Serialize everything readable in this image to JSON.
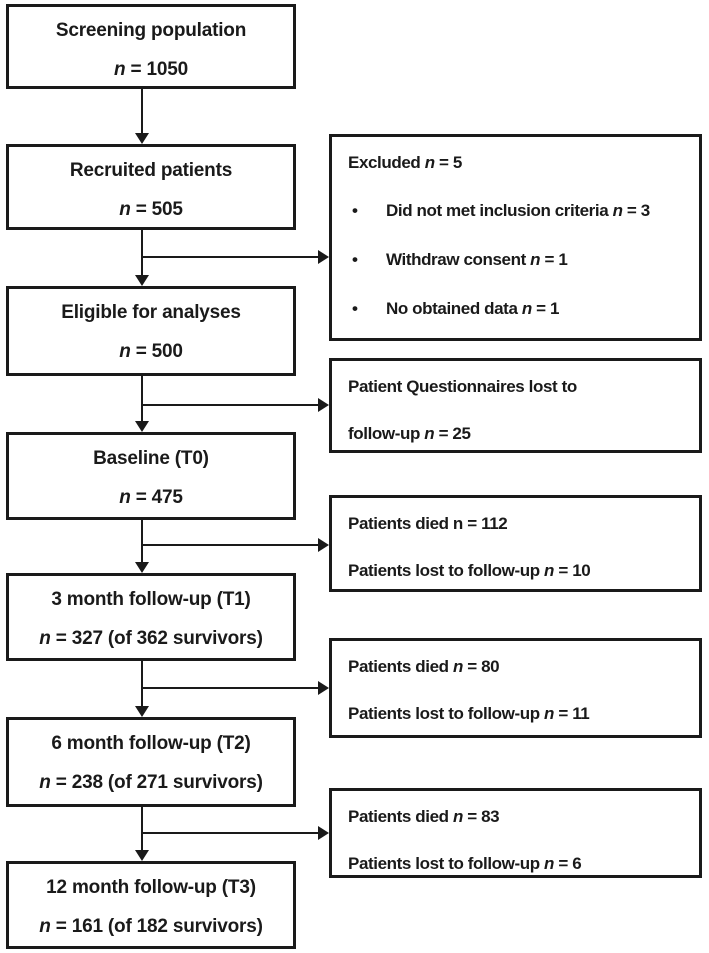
{
  "diagram": {
    "type": "patient-flow-consort",
    "colors": {
      "line": "#1a1a1a",
      "background": "#ffffff",
      "text": "#1a1a1a"
    },
    "glyphs": {
      "bullet": "•"
    },
    "main": [
      {
        "title": "Screening population",
        "count": {
          "pre": "",
          "n": "n",
          "post": " = 1050"
        }
      },
      {
        "title": "Recruited patients",
        "count": {
          "pre": "",
          "n": "n",
          "post": " = 505"
        }
      },
      {
        "title": "Eligible for analyses",
        "count": {
          "pre": "",
          "n": "n",
          "post": " = 500"
        }
      },
      {
        "title": "Baseline (T0)",
        "count": {
          "pre": "",
          "n": "n",
          "post": " = 475"
        }
      },
      {
        "title": "3 month follow-up (T1)",
        "count": {
          "pre": "",
          "n": "n",
          "post": " = 327 (of 362 survivors)"
        }
      },
      {
        "title": "6 month follow-up (T2)",
        "count": {
          "pre": "",
          "n": "n",
          "post": " = 238 (of 271 survivors)"
        }
      },
      {
        "title": "12 month follow-up (T3)",
        "count": {
          "pre": "",
          "n": "n",
          "post": " = 161 (of 182 survivors)"
        }
      }
    ],
    "side": [
      {
        "header": {
          "pre": "Excluded ",
          "n": "n",
          "post": " = 5"
        },
        "bullets": [
          {
            "pre": "Did not met inclusion criteria ",
            "n": "n",
            "post": " = 3"
          },
          {
            "pre": "Withdraw consent ",
            "n": "n",
            "post": " = 1"
          },
          {
            "pre": "No obtained data ",
            "n": "n",
            "post": " = 1"
          }
        ]
      },
      {
        "lines": [
          {
            "pre": "Patient Questionnaires lost to",
            "n": "",
            "post": ""
          },
          {
            "pre": "follow-up ",
            "n": "n",
            "post": " = 25"
          }
        ]
      },
      {
        "lines": [
          {
            "pre": "Patients died n",
            "n": "",
            "post": " = 112"
          },
          {
            "pre": "Patients lost to follow-up ",
            "n": "n",
            "post": " = 10"
          }
        ]
      },
      {
        "lines": [
          {
            "pre": "Patients died ",
            "n": "n",
            "post": " = 80"
          },
          {
            "pre": "Patients lost to follow-up ",
            "n": "n",
            "post": " = 11"
          }
        ]
      },
      {
        "lines": [
          {
            "pre": "Patients died ",
            "n": "n",
            "post": " = 83"
          },
          {
            "pre": "Patients lost to follow-up ",
            "n": "n",
            "post": " = 6"
          }
        ]
      }
    ]
  }
}
